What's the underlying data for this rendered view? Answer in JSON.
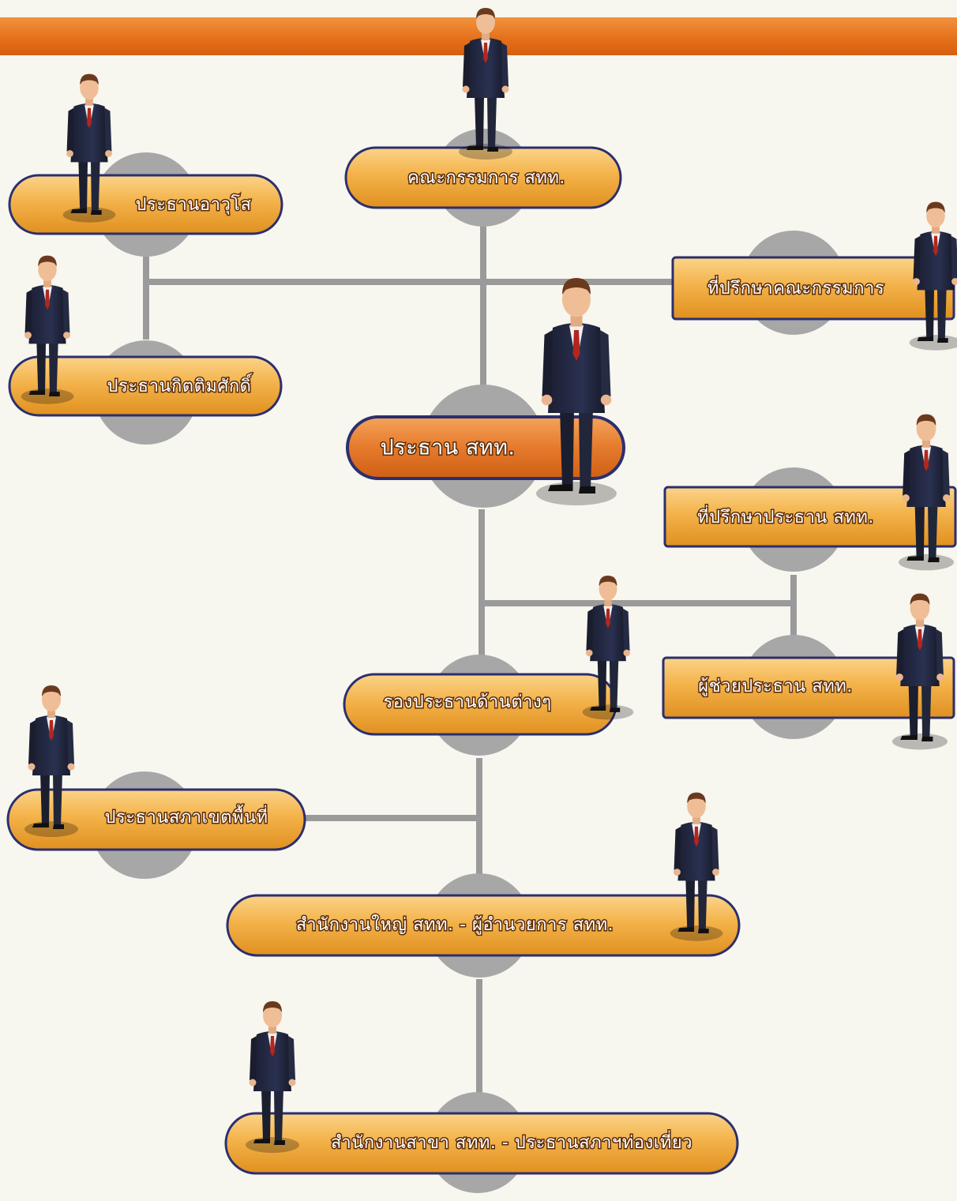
{
  "colors": {
    "header_bar": "#e8741e",
    "box_fill_light": "#f7c46a",
    "box_fill_dark": "#e59a2a",
    "box_border": "#2b2f6e",
    "president_fill": "#e3762a",
    "connector": "#9a9a9a",
    "disc": "#a7a7a7"
  },
  "nodes": {
    "board": {
      "label": "คณะกรรมการ สทท."
    },
    "honorary_senior": {
      "label": "ประธานอาวุโส"
    },
    "board_advisor": {
      "label": "ที่ปรึกษาคณะกรรมการ"
    },
    "honorary_president": {
      "label": "ประธานกิตติมศักดิ์"
    },
    "president": {
      "label": "ประธาน สทท."
    },
    "president_advisor": {
      "label": "ที่ปรึกษาประธาน สทท."
    },
    "assistant_president": {
      "label": "ผู้ช่วยประธาน สทท."
    },
    "vice_presidents": {
      "label": "รองประธานด้านต่างๆ"
    },
    "area_chair": {
      "label": "ประธานสภาเขตพื้นที่"
    },
    "head_office": {
      "label": "สำนักงานใหญ่ สทท. - ผู้อำนวยการ สทท."
    },
    "branch_office": {
      "label": "สำนักงานสาขา สทท. - ประธานสภาฯท่องเที่ยว"
    }
  },
  "figures": [
    "businessman-icon"
  ]
}
